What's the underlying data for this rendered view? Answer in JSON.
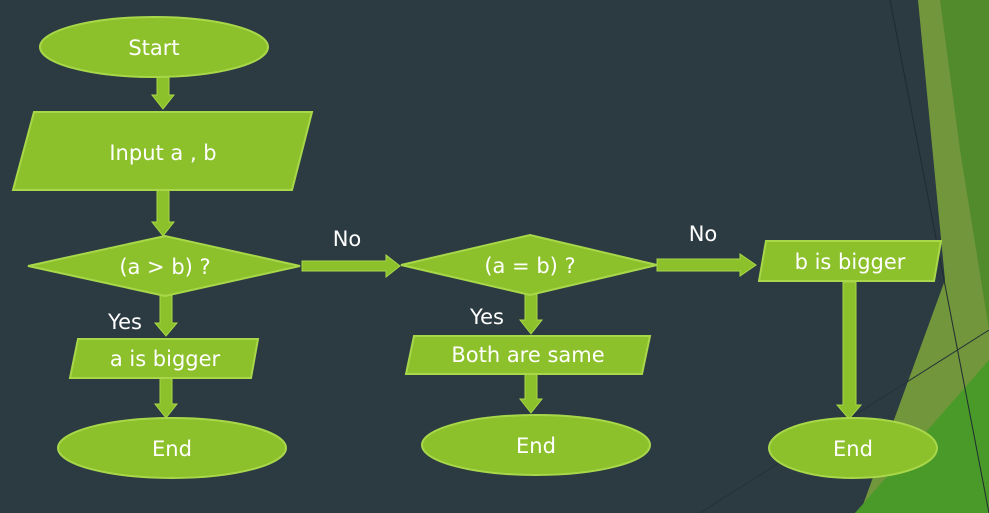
{
  "colors": {
    "background": "#2c3b42",
    "shape_fill": "#8cc12b",
    "shape_stroke": "#a8d84a",
    "text": "#ffffff",
    "decor_light": "#86b43a",
    "decor_mid": "#5d8e2f",
    "decor_dark": "#3f7d24"
  },
  "nodes": {
    "start": "Start",
    "input": "Input a , b",
    "decision_greater": "(a  > b)  ?",
    "a_bigger": "a is bigger",
    "end_left": "End",
    "decision_equal": "(a  = b)  ?",
    "both_same": "Both are same",
    "end_middle": "End",
    "b_bigger": "b is bigger",
    "end_right": "End"
  },
  "edge_labels": {
    "no_1": "No",
    "yes_1": "Yes",
    "no_2": "No",
    "yes_2": "Yes"
  }
}
